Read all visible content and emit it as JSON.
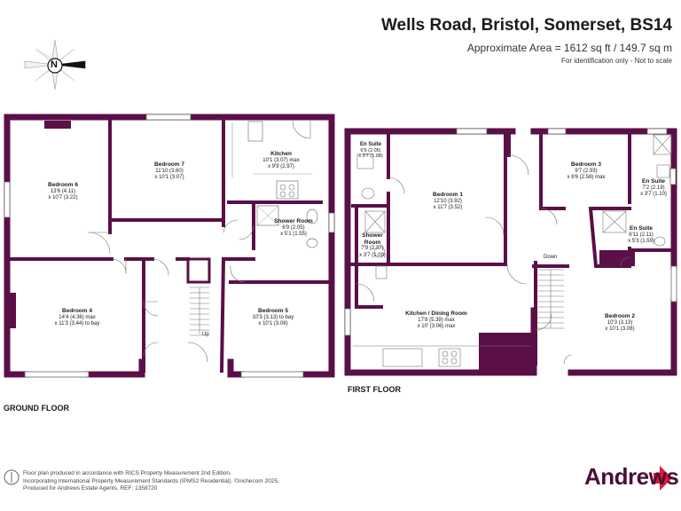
{
  "header": {
    "address": "Wells Road, Bristol, Somerset, BS14",
    "area": "Approximate Area = 1612 sq ft / 149.7 sq m",
    "note": "For identification only - Not to scale"
  },
  "compass": {
    "letter": "N"
  },
  "colors": {
    "wall": "#5b0f47",
    "brand": "#4a0d3a",
    "arrow": "#e31837"
  },
  "floors": {
    "ground": {
      "label": "GROUND FLOOR",
      "rooms": [
        {
          "name": "Bedroom 6",
          "lines": [
            "13'6 (4.11)",
            "x 10'7 (3.22)"
          ]
        },
        {
          "name": "Bedroom 7",
          "lines": [
            "11'10 (3.60)",
            "x 10'1 (3.07)"
          ]
        },
        {
          "name": "Kitchen",
          "lines": [
            "10'1 (3.07) max",
            "x 9'9 (2.97)"
          ]
        },
        {
          "name": "Shower Room",
          "lines": [
            "6'9 (2.05)",
            "x 5'1 (1.55)"
          ]
        },
        {
          "name": "Bedroom 4",
          "lines": [
            "14'4 (4.36) max",
            "x 11'3 (3.44) to bay"
          ]
        },
        {
          "name": "Bedroom 5",
          "lines": [
            "10'3 (3.13) to bay",
            "x 10'1 (3.08)"
          ]
        }
      ],
      "stairs_label": "Up"
    },
    "first": {
      "label": "FIRST FLOOR",
      "rooms": [
        {
          "name": "En Suite",
          "lines": [
            "6'9 (2.05)",
            "x 3'7 (1.08)"
          ]
        },
        {
          "name": "Bedroom 1",
          "lines": [
            "12'10 (3.92)",
            "x 11'7 (3.52)"
          ]
        },
        {
          "name": "Bedroom 3",
          "lines": [
            "9'7 (2.93)",
            "x 8'6 (2.58) max"
          ]
        },
        {
          "name": "En Suite",
          "lines": [
            "7'2 (2.19)",
            "x 3'7 (1.10)"
          ]
        },
        {
          "name": "Shower Room",
          "lines": [
            "7'9 (2.37)",
            "x 3'7 (1.09)"
          ]
        },
        {
          "name": "En Suite",
          "lines": [
            "6'11 (2.11)",
            "x 5'3 (1.59)"
          ]
        },
        {
          "name": "Kitchen / Dining Room",
          "lines": [
            "17'8 (5.39) max",
            "x 10' (3.06) max"
          ]
        },
        {
          "name": "Bedroom 2",
          "lines": [
            "10'3 (3.13)",
            "x 10'1 (3.08)"
          ]
        }
      ],
      "stairs_label": "Down"
    }
  },
  "footer": {
    "lines": [
      "Floor plan produced in accordance with RICS Property Measurement 2nd Edition,",
      "Incorporating International Property Measurement Standards (IPMS2 Residential).  ©nichecom 2025.",
      "Produced for Andrews Estate Agents.   REF: 1358720"
    ]
  },
  "brand": {
    "name": "Andrews"
  }
}
